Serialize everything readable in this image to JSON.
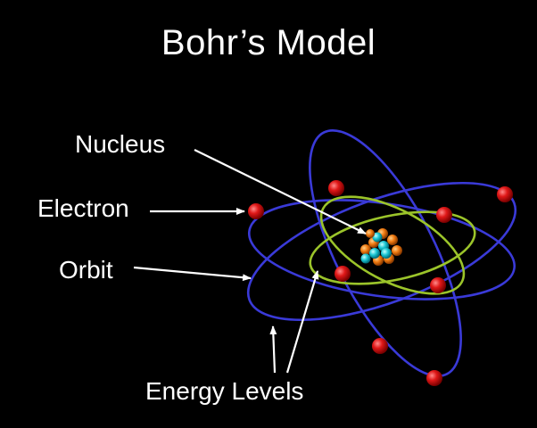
{
  "title": "Bohr’s Model",
  "labels": {
    "nucleus": "Nucleus",
    "electron": "Electron",
    "orbit": "Orbit",
    "energy_levels": "Energy Levels"
  },
  "colors": {
    "background": "#000000",
    "text": "#ffffff",
    "outer_orbit": "#3a3ad8",
    "inner_orbit": "#9bc42a",
    "electron": "#d81010",
    "proton": "#f07a10",
    "neutron": "#1ac6d4",
    "pointer": "#ffffff"
  }
}
